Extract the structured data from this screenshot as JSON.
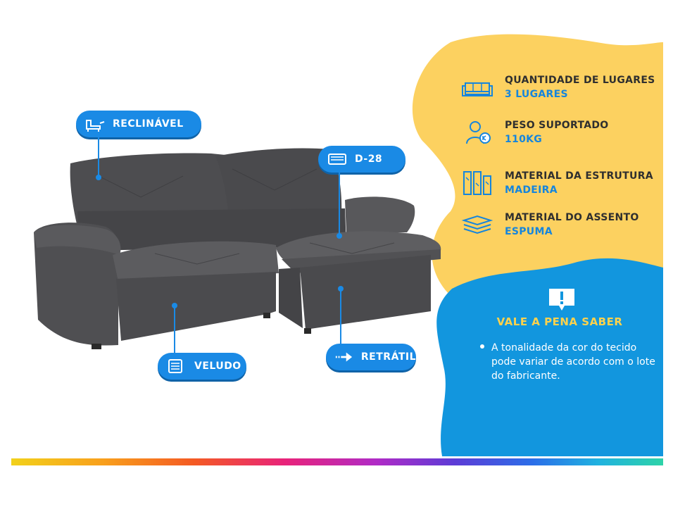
{
  "labels": {
    "reclinavel": "RECLINÁVEL",
    "d28": "D-28",
    "veludo": "VELUDO",
    "retratil": "RETRÁTIL"
  },
  "features": [
    {
      "title": "QUANTIDADE DE LUGARES",
      "value": "3 LUGARES",
      "icon": "sofa-icon"
    },
    {
      "title": "PESO SUPORTADO",
      "value": "110KG",
      "icon": "weight-person-icon"
    },
    {
      "title": "MATERIAL DA ESTRUTURA",
      "value": "MADEIRA",
      "icon": "wood-planks-icon"
    },
    {
      "title": "MATERIAL DO ASSENTO",
      "value": "ESPUMA",
      "icon": "foam-layers-icon"
    }
  ],
  "notice": {
    "title": "VALE A PENA SABER",
    "text": "A tonalidade da cor do tecido pode variar de acordo com o lote do fabricante."
  },
  "colors": {
    "accent_blue": "#1a8ae5",
    "panel_yellow": "#fcd160",
    "panel_blue": "#1296de",
    "notice_title": "#ffd24c",
    "sofa_gray": "#4a4a4c"
  }
}
